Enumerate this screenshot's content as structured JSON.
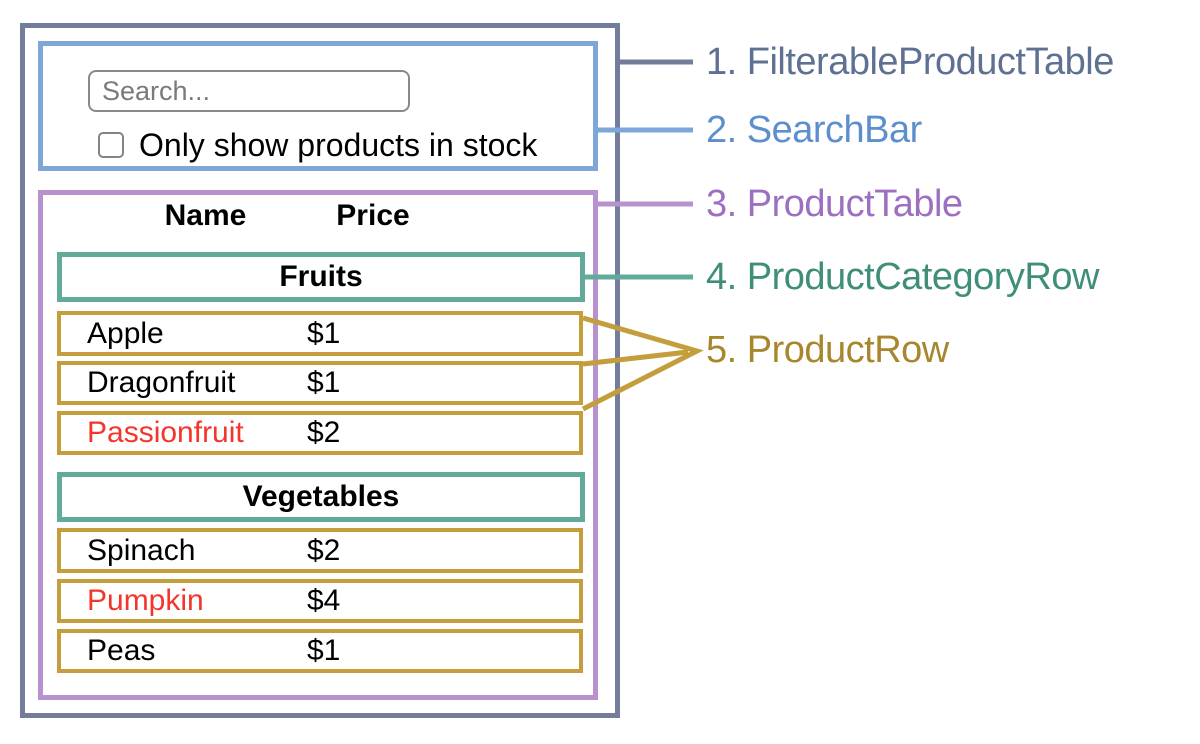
{
  "diagram_title": "React component hierarchy diagram",
  "colors": {
    "filterable_product_table": "#737D9B",
    "filterable_product_table_text": "#5E7192",
    "search_bar": "#7FA6D9",
    "search_bar_text": "#5C8FCC",
    "product_table": "#B792CF",
    "product_table_text": "#9C6FC0",
    "product_category_row": "#62AB9B",
    "product_category_row_text": "#3F8E79",
    "product_row": "#C49E3C",
    "product_row_text": "#A8862E",
    "out_of_stock_text": "#F3352B"
  },
  "search_bar": {
    "input_placeholder": "Search...",
    "checkbox_label": "Only show products in stock",
    "checkbox_checked": false
  },
  "table": {
    "headers": [
      "Name",
      "Price"
    ],
    "categories": [
      {
        "label": "Fruits",
        "rows": [
          {
            "name": "Apple",
            "price": "$1"
          },
          {
            "name": "Dragonfruit",
            "price": "$1"
          },
          {
            "name": "Passionfruit",
            "price": "$2",
            "name_style": "color:#F3352B"
          }
        ]
      },
      {
        "label": "Vegetables",
        "rows": [
          {
            "name": "Spinach",
            "price": "$2"
          },
          {
            "name": "Pumpkin",
            "price": "$4",
            "name_style": "color:#F3352B"
          },
          {
            "name": "Peas",
            "price": "$1"
          }
        ]
      }
    ]
  },
  "annotations": [
    {
      "label": "1. FilterableProductTable",
      "color": "#5E7192"
    },
    {
      "label": "2. SearchBar",
      "color": "#5C8FCC"
    },
    {
      "label": "3. ProductTable",
      "color": "#9C6FC0"
    },
    {
      "label": "4. ProductCategoryRow",
      "color": "#3F8E79"
    },
    {
      "label": "5. ProductRow",
      "color": "#A8862E"
    }
  ]
}
